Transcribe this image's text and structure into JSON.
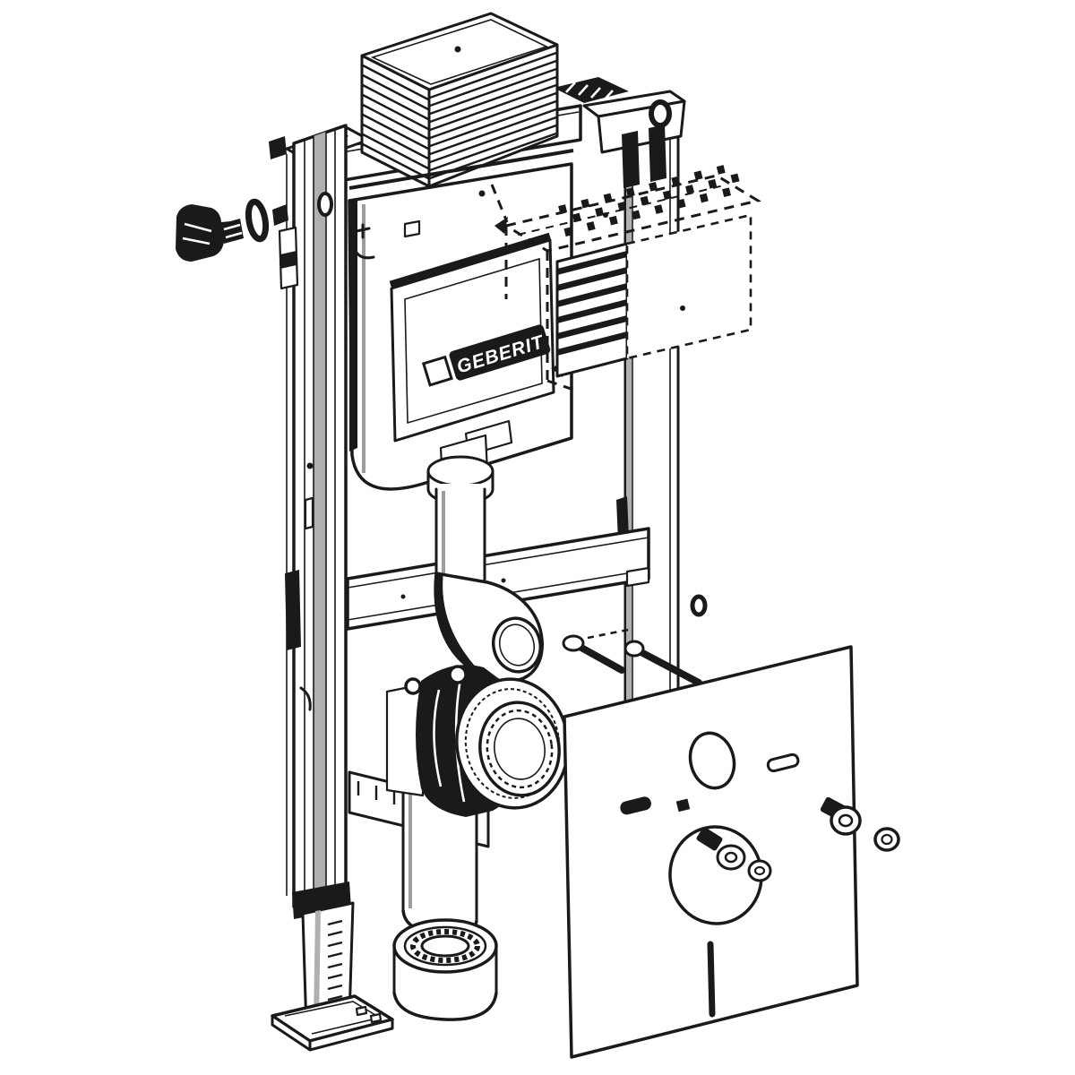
{
  "figure": {
    "type": "technical-illustration",
    "subject": "Wall-hung WC installation element with concealed cistern, exploded isometric line drawing",
    "background_color": "#ffffff",
    "line_color": "#1a1a1a",
    "gray_accent": "#b0b0b0",
    "logo_bar_color": "#1a1a1a",
    "logo_text_color": "#ffffff"
  },
  "brand": {
    "logo_text": "GEBERIT"
  },
  "parts": [
    {
      "id": "protection-box",
      "label": "ribbed protection box on frame top"
    },
    {
      "id": "phantom-inspection-box",
      "label": "alternate-position inspection box (dashed outline)"
    },
    {
      "id": "concealed-cistern",
      "label": "concealed cistern with access panel and brand logo"
    },
    {
      "id": "left-frame-rail",
      "label": "left frame rail with fixing holes"
    },
    {
      "id": "right-frame-rail",
      "label": "right frame rail with wall bracket"
    },
    {
      "id": "angle-valve",
      "label": "water supply shut-off valve with seal ring"
    },
    {
      "id": "flush-pipe",
      "label": "flush pipe with collar"
    },
    {
      "id": "cross-member",
      "label": "cross member with fixing holes"
    },
    {
      "id": "drain-elbow",
      "label": "drain elbow bend"
    },
    {
      "id": "threaded-rods",
      "label": "WC fixing threaded rods with washers"
    },
    {
      "id": "wc-outlet-connector",
      "label": "WC outlet connector with clamp ring"
    },
    {
      "id": "drain-socket",
      "label": "floor drain socket"
    },
    {
      "id": "adjustable-foot",
      "label": "adjustable foot with graduations and base plate"
    },
    {
      "id": "sound-insulation-plate",
      "label": "sound insulation plate with cut-outs"
    },
    {
      "id": "fixing-screws",
      "label": "fixing bolts and washers"
    }
  ]
}
